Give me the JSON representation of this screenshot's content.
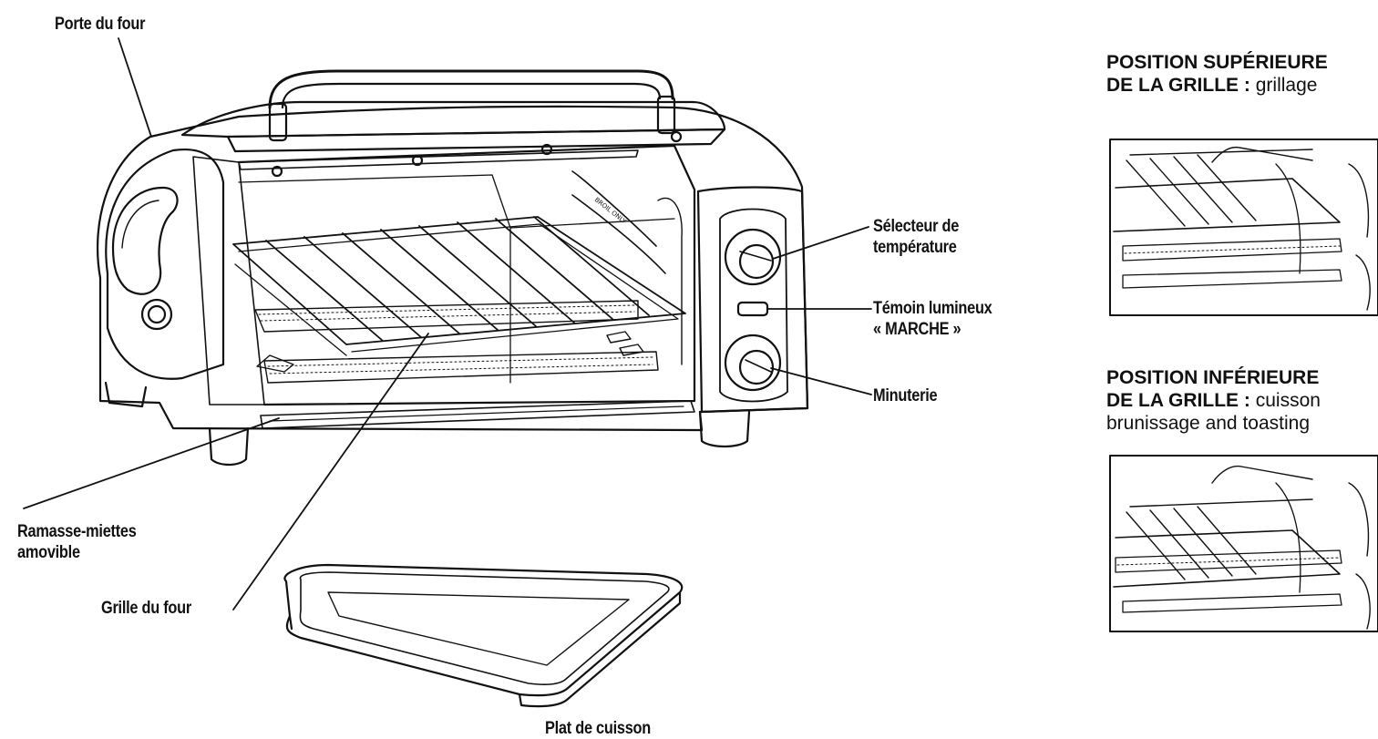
{
  "callouts": {
    "door": "Porte du four",
    "temp_line1": "Sélecteur de",
    "temp_line2": "température",
    "power_line1": "Témoin lumineux",
    "power_line2": "« MARCHE »",
    "timer": "Minuterie",
    "crumb_line1": "Ramasse-miettes",
    "crumb_line2": "amovible",
    "rack": "Grille du four",
    "pan": "Plat de cuisson"
  },
  "side_panels": {
    "upper": {
      "heading_line1": "POSITION SUPÉRIEURE",
      "heading_line2_bold": "DE LA GRILLE :",
      "heading_line2_rest": " grillage"
    },
    "lower": {
      "heading_line1": "POSITION INFÉRIEURE",
      "heading_line2_bold": "DE LA GRILLE :",
      "heading_line2_rest": " cuisson",
      "heading_line3": "brunissage and toasting"
    }
  },
  "engraving": "BROIL ONLY"
}
